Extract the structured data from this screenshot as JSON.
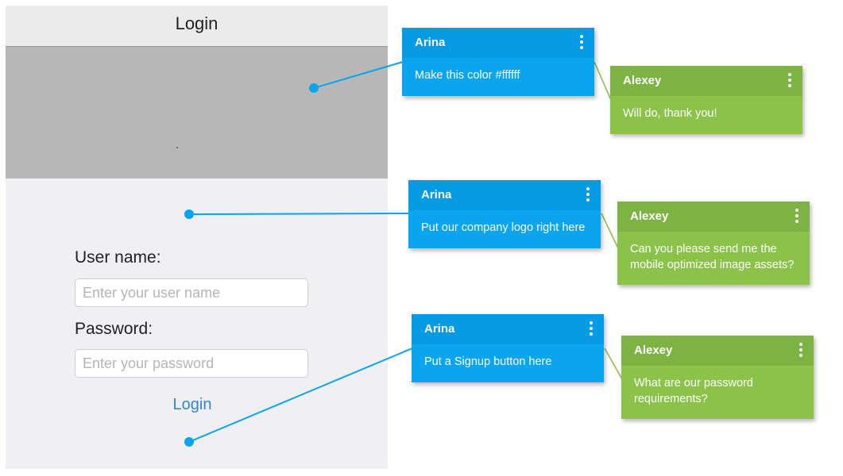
{
  "screen": {
    "title": "Login",
    "username_label": "User name:",
    "username_placeholder": "Enter your user name",
    "password_label": "Password:",
    "password_placeholder": "Enter your password",
    "login_label": "Login"
  },
  "colors": {
    "comment_blue": "#0aa5ee",
    "comment_green": "#8bc34a",
    "link_blue": "#2f86d8",
    "hero_gray": "#b7b7b7"
  },
  "comments": [
    {
      "author": "Arina",
      "text": "Make this color #ffffff",
      "reply": {
        "author": "Alexey",
        "text": "Will do, thank you!"
      }
    },
    {
      "author": "Arina",
      "text": "Put our company logo right here",
      "reply": {
        "author": "Alexey",
        "text": "Can you please send me the\nmobile optimized image assets?"
      }
    },
    {
      "author": "Arina",
      "text": "Put a Signup button here",
      "reply": {
        "author": "Alexey",
        "text": "What are our password\nrequirements?"
      }
    }
  ],
  "icons": {
    "menu": "kebab-menu-icon",
    "marker": "comment-marker-icon"
  }
}
